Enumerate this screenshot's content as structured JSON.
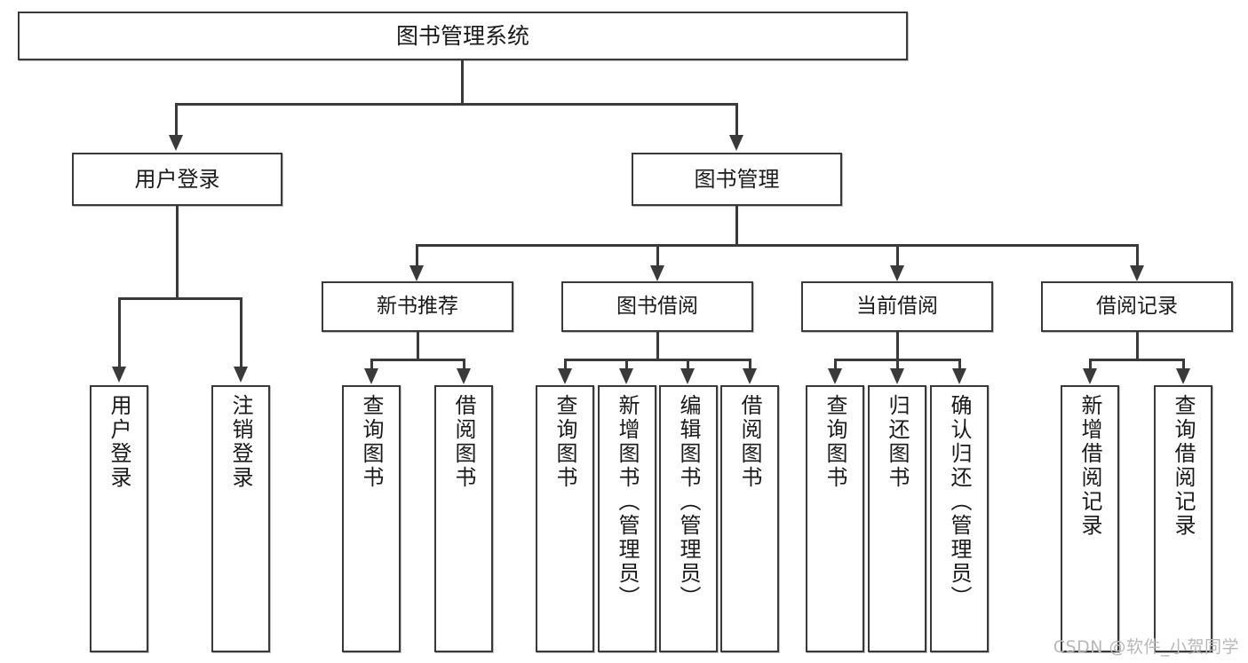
{
  "diagram": {
    "title": "图书管理系统",
    "type": "tree-hierarchy-diagram",
    "root": {
      "label": "图书管理系统"
    },
    "level2": [
      {
        "label": "用户登录"
      },
      {
        "label": "图书管理"
      }
    ],
    "level3": [
      {
        "label": "新书推荐"
      },
      {
        "label": "图书借阅"
      },
      {
        "label": "当前借阅"
      },
      {
        "label": "借阅记录"
      }
    ],
    "leaves": {
      "user_login": [
        {
          "label": "用户登录"
        },
        {
          "label": "注销登录"
        }
      ],
      "new_book_recommend": [
        {
          "label": "查询图书"
        },
        {
          "label": "借阅图书"
        }
      ],
      "book_borrow": [
        {
          "label": "查询图书"
        },
        {
          "label": "新增图书（管理员）"
        },
        {
          "label": "编辑图书（管理员）"
        },
        {
          "label": "借阅图书"
        }
      ],
      "current_borrow": [
        {
          "label": "查询图书"
        },
        {
          "label": "归还图书"
        },
        {
          "label": "确认归还（管理员）"
        }
      ],
      "borrow_record": [
        {
          "label": "新增借阅记录"
        },
        {
          "label": "查询借阅记录"
        }
      ]
    }
  },
  "watermark": {
    "text": "CSDN @软件_小贺同学"
  },
  "colors": {
    "stroke": "#3a3a3a",
    "background": "#ffffff",
    "text": "#1a1a1a",
    "watermark": "#b8b8b8"
  }
}
